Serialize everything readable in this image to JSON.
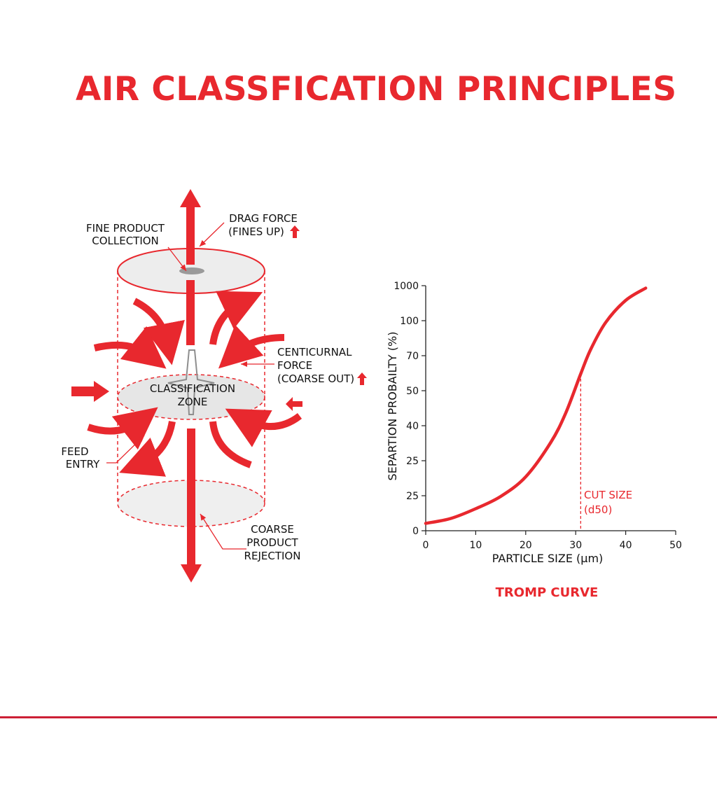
{
  "title": "AIR CLASSFICATION PRINCIPLES",
  "colors": {
    "accent": "#e8282e",
    "footer_rule": "#cc1f35",
    "zone_fill": "#e6e6e6"
  },
  "diagram": {
    "fine_product": [
      "FINE PRODUCT",
      "COLLECTION"
    ],
    "drag_force": [
      "DRAG FORCE",
      "(FINES UP)"
    ],
    "classification_zone": [
      "CLASSIFICATION",
      "ZONE"
    ],
    "centrifugal_force": [
      "CENTICURNAL",
      "FORCE",
      "(COARSE OUT)"
    ],
    "feed_entry": [
      "FEED",
      "ENTRY"
    ],
    "coarse_product": [
      "COARSE",
      "PRODUCT",
      "REJECTION"
    ]
  },
  "chart_data": {
    "type": "line",
    "title": "TROMP CURVE",
    "xlabel": "PARTICLE SIZE (μm)",
    "ylabel": "SEPARTION PROBAILTY (%)",
    "x_ticks": [
      "0",
      "10",
      "20",
      "30",
      "40",
      "50"
    ],
    "y_ticks": [
      "0",
      "25",
      "25",
      "40",
      "50",
      "70",
      "100",
      "1000"
    ],
    "xlim": [
      0,
      50
    ],
    "series": [
      {
        "x": [
          0,
          5,
          10,
          15,
          20,
          25,
          28,
          31,
          33,
          36,
          40,
          44
        ],
        "y_fraction_of_axis": [
          0.03,
          0.05,
          0.09,
          0.14,
          0.22,
          0.36,
          0.48,
          0.64,
          0.74,
          0.85,
          0.94,
          0.99
        ]
      }
    ],
    "annotation": {
      "label": [
        "CUT SIZE",
        "(d50)"
      ],
      "x": 31
    }
  }
}
